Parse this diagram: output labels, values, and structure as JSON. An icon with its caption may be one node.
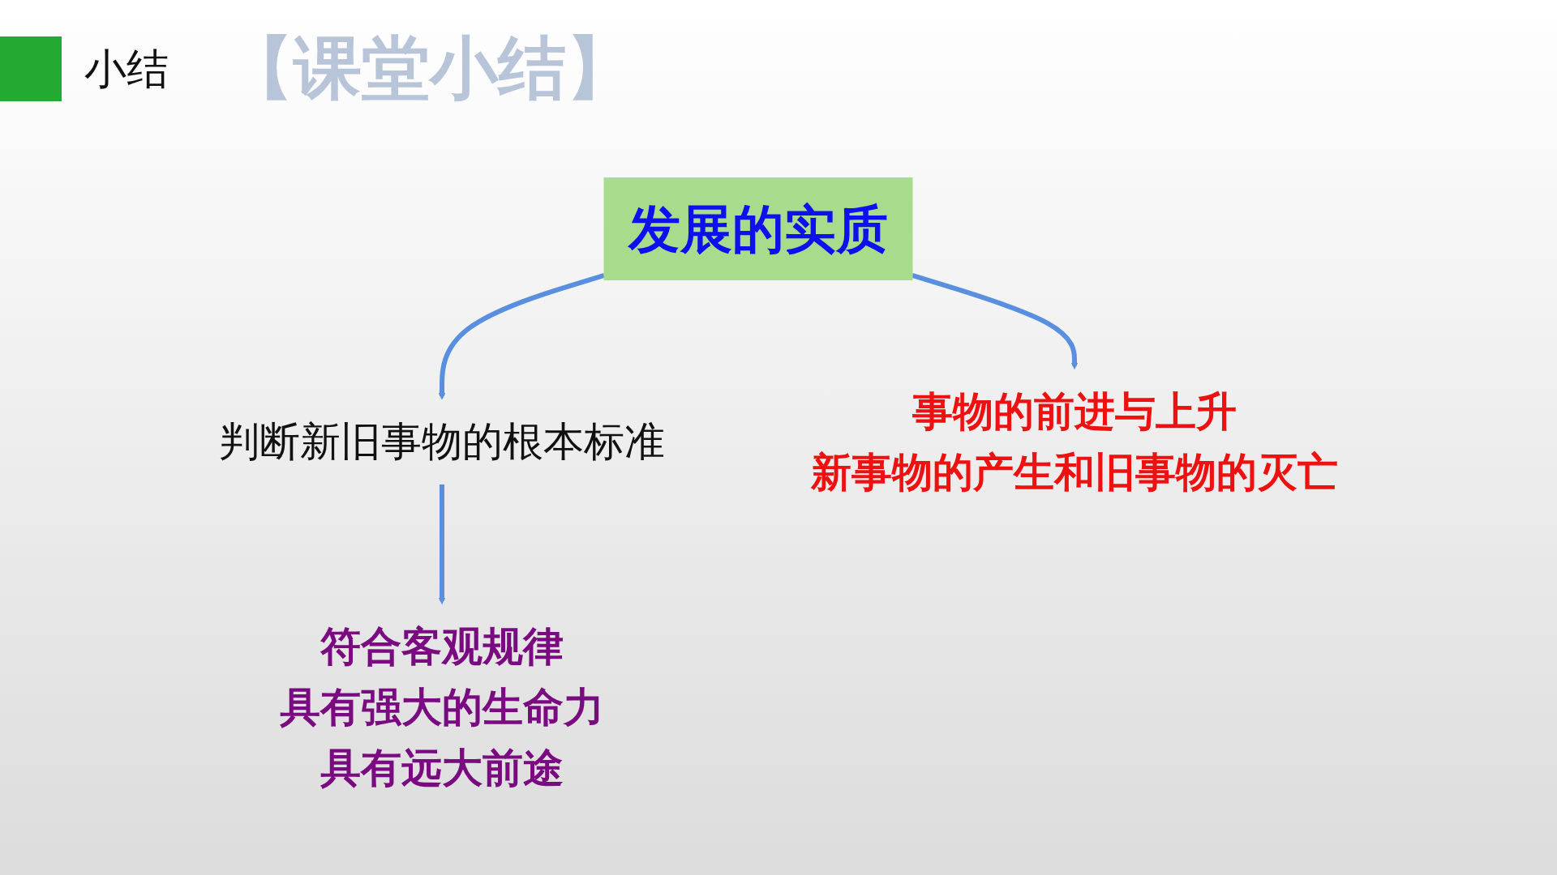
{
  "diagram": {
    "title": "小结",
    "nodes": [
      {
        "text": [
          "发展的实质"
        ]
      },
      {
        "text": [
          "判断新旧事物的根本标准"
        ]
      },
      {
        "text": [
          "事物的前进与上升",
          "新事物的产生和旧事物的灭亡"
        ]
      },
      {
        "text": [
          "符合客观规律",
          "具有强大的生命力",
          "具有远大前途"
        ]
      }
    ],
    "edges": [
      {
        "from": 0,
        "to": 1,
        "arrow": "to"
      },
      {
        "from": 0,
        "to": 2,
        "arrow": "to"
      },
      {
        "from": 1,
        "to": 3,
        "arrow": "to"
      }
    ],
    "labels": [
      "【课堂小结】"
    ]
  }
}
